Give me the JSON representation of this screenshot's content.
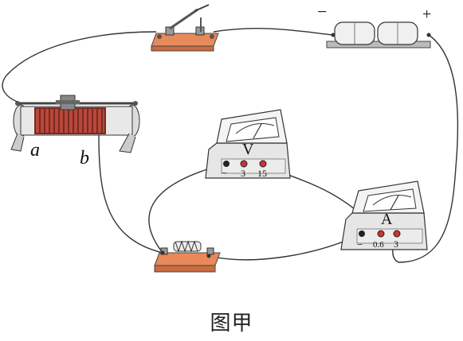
{
  "battery": {
    "minus": "−",
    "plus": "+"
  },
  "rheostat": {
    "end_a": "a",
    "end_b": "b"
  },
  "voltmeter": {
    "symbol": "V",
    "neg": "−",
    "t1": "3",
    "t2": "15"
  },
  "ammeter": {
    "symbol": "A",
    "neg": "−",
    "t1": "0.6",
    "t2": "3"
  },
  "caption": "图甲",
  "colors": {
    "base": "#e8895a",
    "coil": "#b8483a",
    "wire": "#333333",
    "meter": "#f2f2f2"
  }
}
